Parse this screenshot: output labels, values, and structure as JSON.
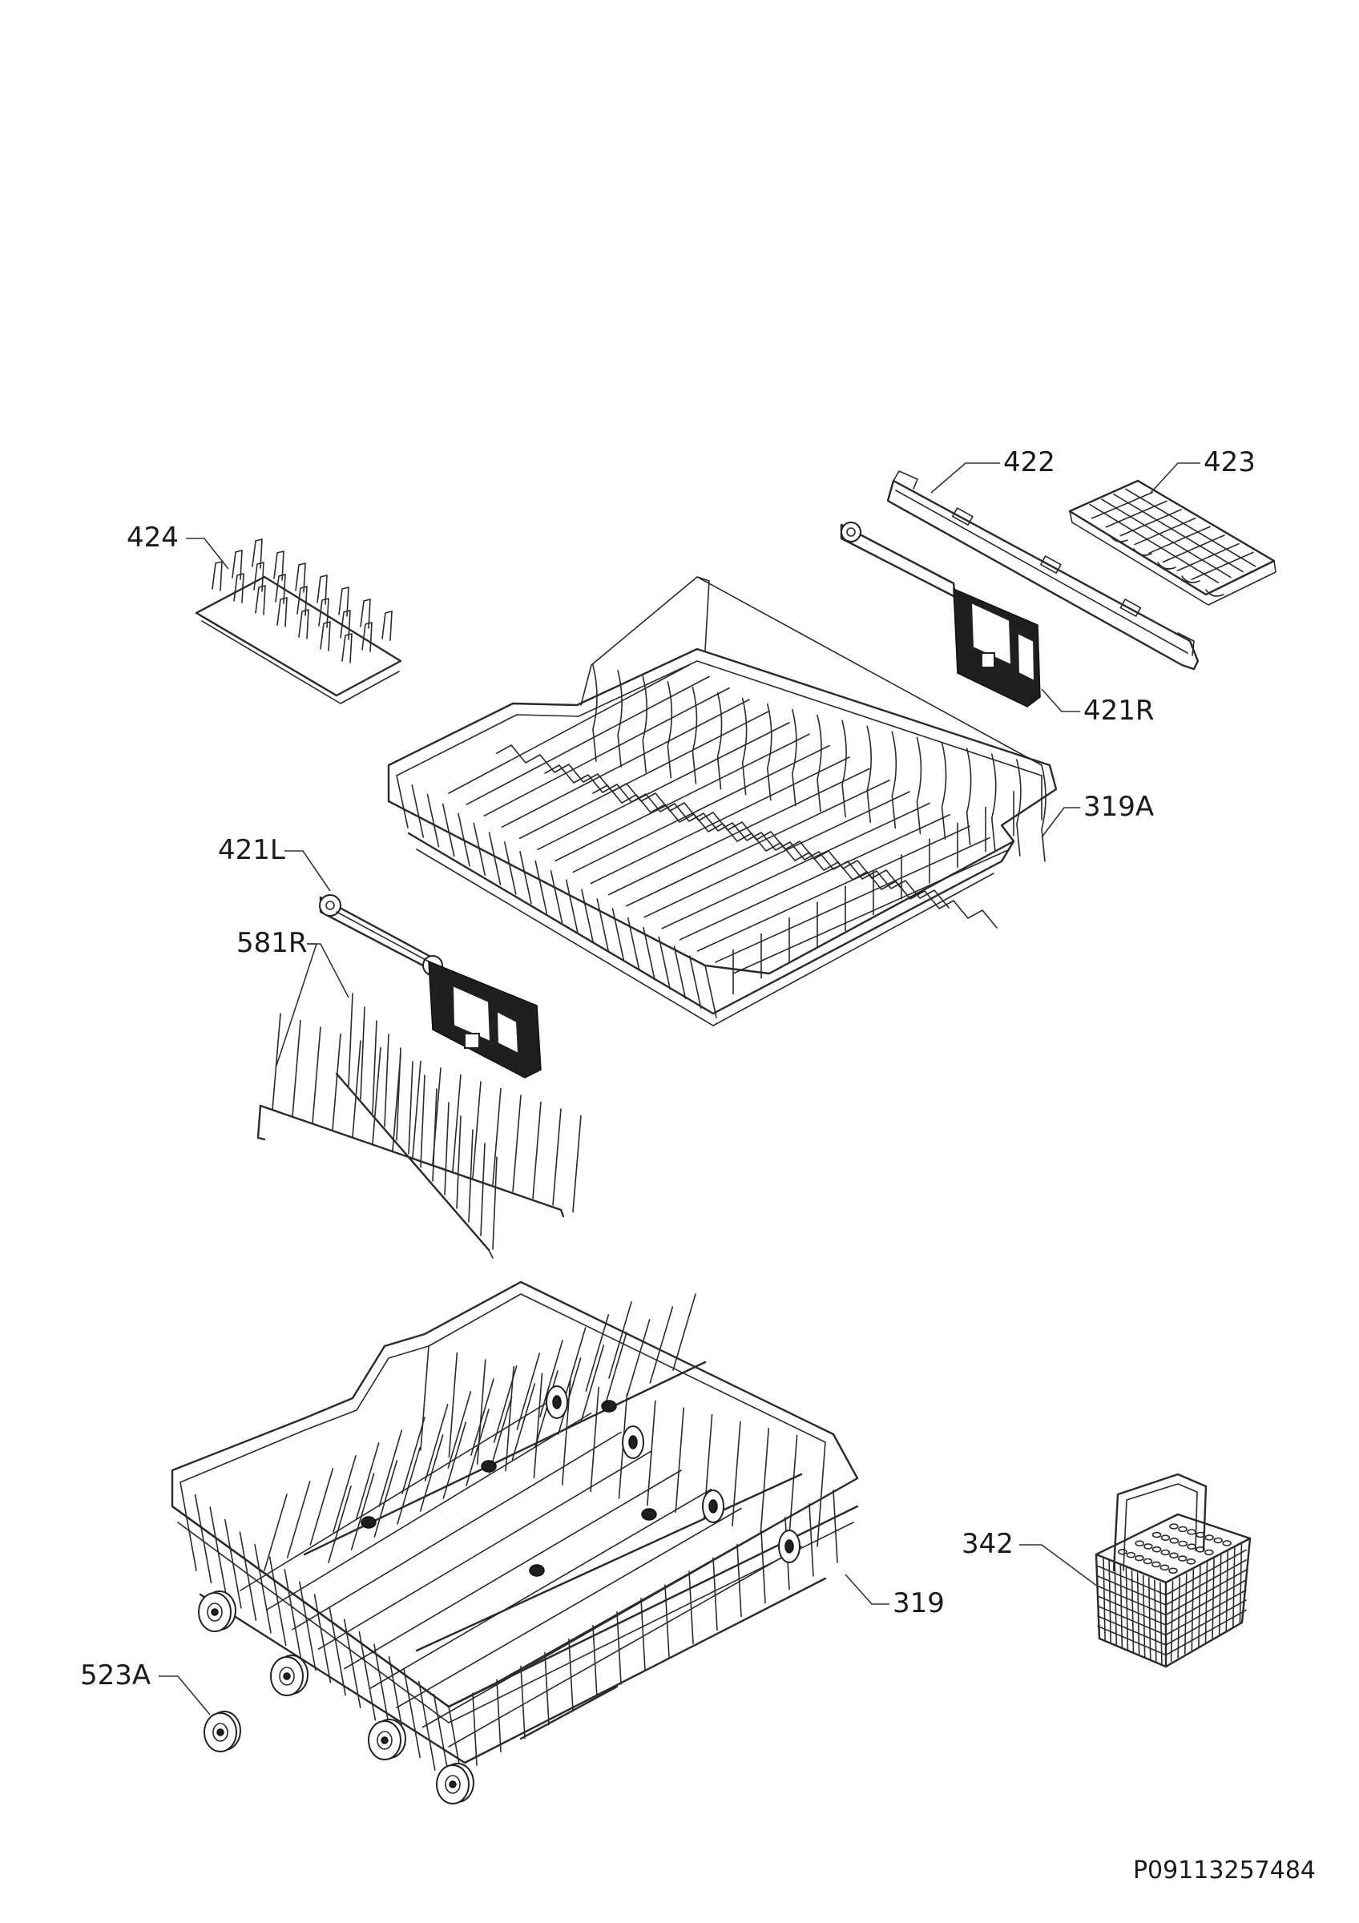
{
  "diagram": {
    "document_id": "P09113257484",
    "parts": [
      {
        "id": "p422",
        "label": "422"
      },
      {
        "id": "p423",
        "label": "423"
      },
      {
        "id": "p424",
        "label": "424"
      },
      {
        "id": "p421R",
        "label": "421R"
      },
      {
        "id": "p319A",
        "label": "319A"
      },
      {
        "id": "p421L",
        "label": "421L"
      },
      {
        "id": "p581R",
        "label": "581R"
      },
      {
        "id": "p342",
        "label": "342"
      },
      {
        "id": "p319",
        "label": "319"
      },
      {
        "id": "p523A",
        "label": "523A"
      }
    ]
  }
}
